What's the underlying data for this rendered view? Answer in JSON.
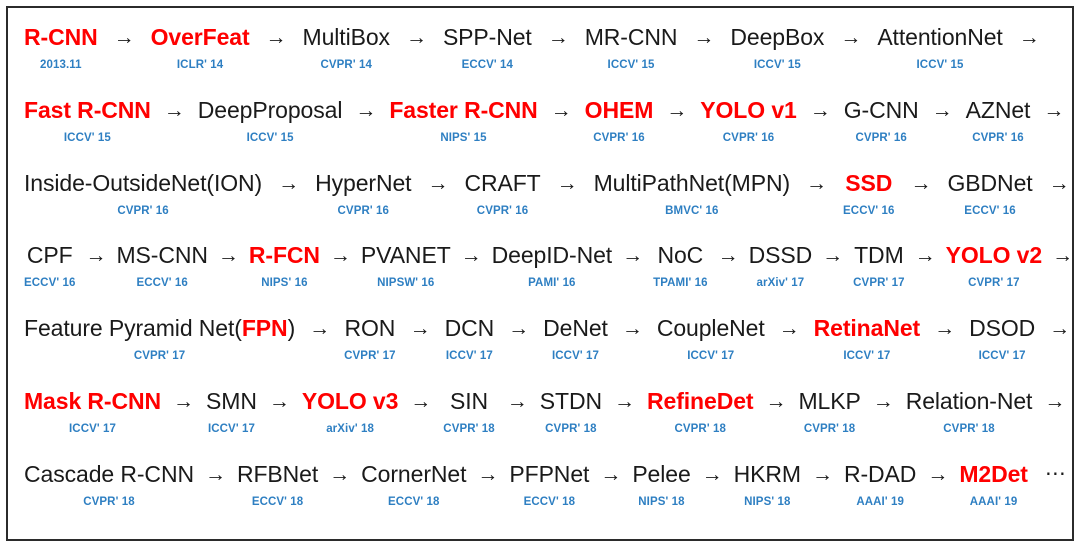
{
  "figure": {
    "title": "Object detection milestone timeline",
    "accent_highlight_color": "#ff0000",
    "venue_color": "#2e7fc2",
    "text_color": "#1a1a1a",
    "border_color": "#2b2b2b",
    "arrow_glyph": "→",
    "ellipsis_glyph": "⋯"
  },
  "rows": [
    {
      "index": 1,
      "nodes": [
        {
          "name": "R-CNN",
          "venue": "2013.11",
          "highlight": true
        },
        {
          "name": "OverFeat",
          "venue": "ICLR' 14",
          "highlight": true
        },
        {
          "name": "MultiBox",
          "venue": "CVPR' 14",
          "highlight": false
        },
        {
          "name": "SPP-Net",
          "venue": "ECCV' 14",
          "highlight": false
        },
        {
          "name": "MR-CNN",
          "venue": "ICCV' 15",
          "highlight": false
        },
        {
          "name": "DeepBox",
          "venue": "ICCV' 15",
          "highlight": false
        },
        {
          "name": "AttentionNet",
          "venue": "ICCV' 15",
          "highlight": false
        }
      ],
      "trailing_arrow": true,
      "trailing_ellipsis": false
    },
    {
      "index": 2,
      "nodes": [
        {
          "name": "Fast R-CNN",
          "venue": "ICCV' 15",
          "highlight": true
        },
        {
          "name": "DeepProposal",
          "venue": "ICCV' 15",
          "highlight": false
        },
        {
          "name": "Faster R-CNN",
          "venue": "NIPS' 15",
          "highlight": true
        },
        {
          "name": "OHEM",
          "venue": "CVPR' 16",
          "highlight": true
        },
        {
          "name": "YOLO v1",
          "venue": "CVPR' 16",
          "highlight": true
        },
        {
          "name": "G-CNN",
          "venue": "CVPR' 16",
          "highlight": false
        },
        {
          "name": "AZNet",
          "venue": "CVPR' 16",
          "highlight": false
        }
      ],
      "trailing_arrow": true,
      "trailing_ellipsis": false
    },
    {
      "index": 3,
      "nodes": [
        {
          "name": "Inside-OutsideNet(ION)",
          "venue": "CVPR' 16",
          "highlight": false
        },
        {
          "name": "HyperNet",
          "venue": "CVPR' 16",
          "highlight": false
        },
        {
          "name": "CRAFT",
          "venue": "CVPR' 16",
          "highlight": false
        },
        {
          "name": "MultiPathNet(MPN)",
          "venue": "BMVC' 16",
          "highlight": false
        },
        {
          "name": "SSD",
          "venue": "ECCV' 16",
          "highlight": true
        },
        {
          "name": "GBDNet",
          "venue": "ECCV' 16",
          "highlight": false
        }
      ],
      "trailing_arrow": true,
      "trailing_ellipsis": false
    },
    {
      "index": 4,
      "nodes": [
        {
          "name": "CPF",
          "venue": "ECCV' 16",
          "highlight": false
        },
        {
          "name": "MS-CNN",
          "venue": "ECCV' 16",
          "highlight": false
        },
        {
          "name": "R-FCN",
          "venue": "NIPS' 16",
          "highlight": true
        },
        {
          "name": "PVANET",
          "venue": "NIPSW' 16",
          "highlight": false
        },
        {
          "name": "DeepID-Net",
          "venue": "PAMI' 16",
          "highlight": false
        },
        {
          "name": "NoC",
          "venue": "TPAMI' 16",
          "highlight": false
        },
        {
          "name": "DSSD",
          "venue": "arXiv' 17",
          "highlight": false
        },
        {
          "name": "TDM",
          "venue": "CVPR' 17",
          "highlight": false
        },
        {
          "name": "YOLO v2",
          "venue": "CVPR' 17",
          "highlight": true
        }
      ],
      "trailing_arrow": true,
      "trailing_ellipsis": false
    },
    {
      "index": 5,
      "nodes": [
        {
          "name": "Feature Pyramid Net(FPN)",
          "venue": "CVPR' 17",
          "highlight": false,
          "partial_highlight": "FPN"
        },
        {
          "name": "RON",
          "venue": "CVPR' 17",
          "highlight": false
        },
        {
          "name": "DCN",
          "venue": "ICCV' 17",
          "highlight": false
        },
        {
          "name": "DeNet",
          "venue": "ICCV' 17",
          "highlight": false
        },
        {
          "name": "CoupleNet",
          "venue": "ICCV' 17",
          "highlight": false
        },
        {
          "name": "RetinaNet",
          "venue": "ICCV' 17",
          "highlight": true
        },
        {
          "name": "DSOD",
          "venue": "ICCV' 17",
          "highlight": false
        }
      ],
      "trailing_arrow": true,
      "trailing_ellipsis": false
    },
    {
      "index": 6,
      "nodes": [
        {
          "name": "Mask R-CNN",
          "venue": "ICCV' 17",
          "highlight": true
        },
        {
          "name": "SMN",
          "venue": "ICCV' 17",
          "highlight": false
        },
        {
          "name": "YOLO v3",
          "venue": "arXiv' 18",
          "highlight": true
        },
        {
          "name": "SIN",
          "venue": "CVPR' 18",
          "highlight": false
        },
        {
          "name": "STDN",
          "venue": "CVPR' 18",
          "highlight": false
        },
        {
          "name": "RefineDet",
          "venue": "CVPR' 18",
          "highlight": true
        },
        {
          "name": "MLKP",
          "venue": "CVPR' 18",
          "highlight": false
        },
        {
          "name": "Relation-Net",
          "venue": "CVPR' 18",
          "highlight": false
        }
      ],
      "trailing_arrow": true,
      "trailing_ellipsis": false
    },
    {
      "index": 7,
      "nodes": [
        {
          "name": "Cascade R-CNN",
          "venue": "CVPR' 18",
          "highlight": false
        },
        {
          "name": "RFBNet",
          "venue": "ECCV' 18",
          "highlight": false
        },
        {
          "name": "CornerNet",
          "venue": "ECCV' 18",
          "highlight": false
        },
        {
          "name": "PFPNet",
          "venue": "ECCV' 18",
          "highlight": false
        },
        {
          "name": "Pelee",
          "venue": "NIPS' 18",
          "highlight": false
        },
        {
          "name": "HKRM",
          "venue": "NIPS' 18",
          "highlight": false
        },
        {
          "name": "R-DAD",
          "venue": "AAAI' 19",
          "highlight": false
        },
        {
          "name": "M2Det",
          "venue": "AAAI' 19",
          "highlight": true
        }
      ],
      "trailing_arrow": false,
      "trailing_ellipsis": true
    }
  ]
}
